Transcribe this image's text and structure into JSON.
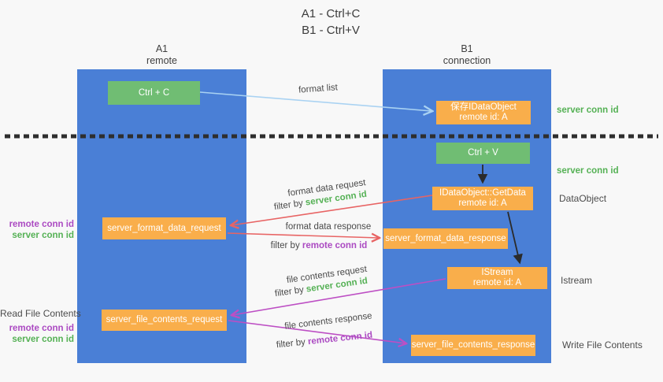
{
  "title": {
    "line1": "A1 - Ctrl+C",
    "line2": "B1 - Ctrl+V"
  },
  "columns": {
    "a": {
      "name": "A1",
      "subtitle": "remote"
    },
    "b": {
      "name": "B1",
      "subtitle": "connection"
    }
  },
  "boxes": {
    "ctrl_c": {
      "label": "Ctrl + C"
    },
    "ctrl_v": {
      "label": "Ctrl + V"
    },
    "save_dataobject": {
      "line1": "保存IDataObject",
      "line2": "remote id: A"
    },
    "getdata": {
      "line1": "IDataObject::GetData",
      "line2": "remote id: A"
    },
    "istream": {
      "line1": "IStream",
      "line2": "remote id: A"
    },
    "server_format_data_request": {
      "label": "server_format_data_request"
    },
    "server_format_data_response": {
      "label": "server_format_data_response"
    },
    "server_file_contents_request": {
      "label": "server_file_contents_request"
    },
    "server_file_contents_response": {
      "label": "server_file_contents_response"
    }
  },
  "flow_labels": {
    "format_list": "format list",
    "format_data_request": "format data request",
    "format_data_request_filter_prefix": "filter by ",
    "format_data_request_filter_key": "server conn id",
    "format_data_response": "format data response",
    "format_data_response_filter_prefix": "filter by ",
    "format_data_response_filter_key": "remote conn id",
    "file_contents_request": "file contents request",
    "file_contents_request_filter_prefix": "filter by ",
    "file_contents_request_filter_key": "server conn id",
    "file_contents_response": "file contents response",
    "file_contents_response_filter_prefix": "filter by ",
    "file_contents_response_filter_key": "remote conn id"
  },
  "side_labels": {
    "right_server_conn_id_1": "server conn id",
    "right_server_conn_id_2": "server conn id",
    "right_dataobject": "DataObject",
    "right_istream": "Istream",
    "right_write_file_contents": "Write File Contents",
    "left_remote_conn_id_1": "remote conn id",
    "left_server_conn_id_1": "server conn id",
    "left_read_file_contents": "Read File Contents",
    "left_remote_conn_id_2": "remote conn id",
    "left_server_conn_id_2": "server conn id"
  },
  "colors": {
    "column_blue": "#4a7fd6",
    "box_green": "#70bd73",
    "box_orange": "#f9ae4b",
    "arrow_lightblue": "#a9d2f2",
    "arrow_black": "#2b2b2b",
    "arrow_red": "#e86464",
    "arrow_magenta": "#bd4fc4",
    "text_green": "#55b155",
    "text_purple": "#ab4ac2",
    "dotted_divider": "#2e2e2e"
  }
}
